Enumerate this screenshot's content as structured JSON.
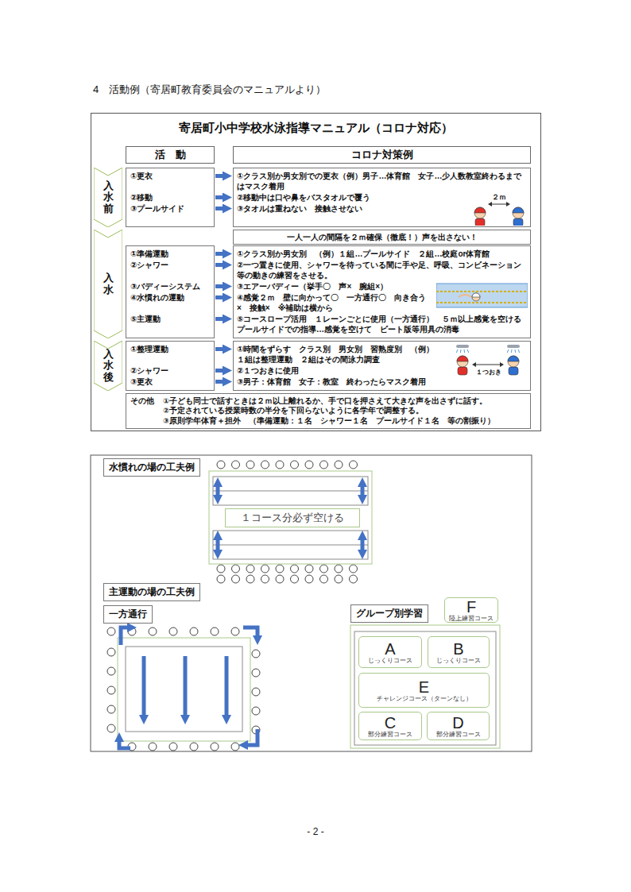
{
  "diagram": {
    "title": "4　活動例（寄居町教育委員会のマニュアルより）",
    "nodes": [
      {
        "text": [
          "寄居町小中学校水泳指導マニュアル（コロナ対応）"
        ]
      },
      {
        "text": [
          "活　動"
        ],
        "in": 0
      },
      {
        "text": [
          "コロナ対策例"
        ],
        "in": 0
      },
      {
        "text": [
          "入水前"
        ],
        "in": 0
      },
      {
        "text": [
          "①更衣",
          "②移動",
          "③プールサイド"
        ],
        "in": 0
      },
      {
        "text": [
          "①クラス別か男女別での更衣（例）男子…体育館　女子…少人数教室終わるまではマスク着用",
          "②移動中は口や鼻をバスタオルで覆う",
          "③タオルは重ねない　接触させない"
        ],
        "in": 0
      },
      {
        "text": [
          "入水"
        ],
        "in": 0
      },
      {
        "text": [
          "①準備運動",
          "②シャワー",
          "③バディーシステム",
          "④水慣れの運動",
          "⑤主運動"
        ],
        "in": 0
      },
      {
        "text": [
          "一人一人の間隔を２ｍ確保（徹底！）声を出さない！"
        ],
        "in": 0
      },
      {
        "text": [
          "①クラス別か男女別　（例）１組…プールサイド　２組…校庭or体育館",
          "②一つ置きに使用、シャワーを待っている間に手や足、呼吸、コンビネーション等の動きの練習をさせる。",
          "③エアーバディー（挙手〇　声×　腕組×）",
          "④感覚２ｍ　壁に向かって〇　一方通行〇　向き合う×　接触×　※補助は横から",
          "⑤コースロープ活用　１レーンごとに使用（一方通行）　５ｍ以上感覚を空けるプールサイドでの指導…感覚を空けて　ビート版等用具の消毒"
        ],
        "in": 0
      },
      {
        "text": [
          "入水後"
        ],
        "in": 0
      },
      {
        "text": [
          "①整理運動",
          "②シャワー",
          "③更衣"
        ],
        "in": 0
      },
      {
        "text": [
          "①時間をずらす　クラス別　男女別　習熟度別　（例）１組は整理運動　２組はその間泳力調査",
          "②１つおきに使用",
          "③男子：体育館　女子：教室　終わったらマスク着用"
        ],
        "in": 0
      },
      {
        "text": [
          "その他",
          "①子ども同士で話すときは２ｍ以上離れるか、手で口を押さえて大きな声を出さずに話す。",
          "②予定されている授業時数の半分を下回らないように各学年で調整する。",
          "③原則学年体育＋担外　（準備運動：１名　シャワー１名　プールサイド１名　等の割振り）"
        ],
        "in": 0
      },
      {
        "text": [
          "水慣れの場の工夫例"
        ]
      },
      {
        "text": [
          "１コース分必ず空ける"
        ]
      },
      {
        "text": [
          "主運動の場の工夫例"
        ]
      },
      {
        "text": [
          "一方通行"
        ]
      },
      {
        "text": [
          "グループ別学習"
        ]
      },
      {
        "text": [
          "F",
          "陸上練習コース"
        ]
      },
      {
        "text": [
          "A",
          "じっくりコース"
        ]
      },
      {
        "text": [
          "B",
          "じっくりコース"
        ]
      },
      {
        "text": [
          "E",
          "チャレンジコース（ターンなし）"
        ]
      },
      {
        "text": [
          "C",
          "部分練習コース"
        ]
      },
      {
        "text": [
          "D",
          "部分練習コース"
        ]
      }
    ],
    "edges": [
      {
        "from": 4,
        "to": 5,
        "arrow": "to"
      },
      {
        "from": 4,
        "to": 5,
        "arrow": "to"
      },
      {
        "from": 4,
        "to": 5,
        "arrow": "to"
      },
      {
        "from": 7,
        "to": 9,
        "arrow": "to"
      },
      {
        "from": 7,
        "to": 9,
        "arrow": "to"
      },
      {
        "from": 7,
        "to": 9,
        "arrow": "to"
      },
      {
        "from": 7,
        "to": 9,
        "arrow": "to"
      },
      {
        "from": 7,
        "to": 9,
        "arrow": "to"
      },
      {
        "from": 11,
        "to": 12,
        "arrow": "to"
      },
      {
        "from": 11,
        "to": 12,
        "arrow": "to"
      },
      {
        "from": 11,
        "to": 12,
        "arrow": "to"
      }
    ],
    "labels": [
      "２ｍ",
      "１つおき",
      "- 2 -"
    ]
  }
}
